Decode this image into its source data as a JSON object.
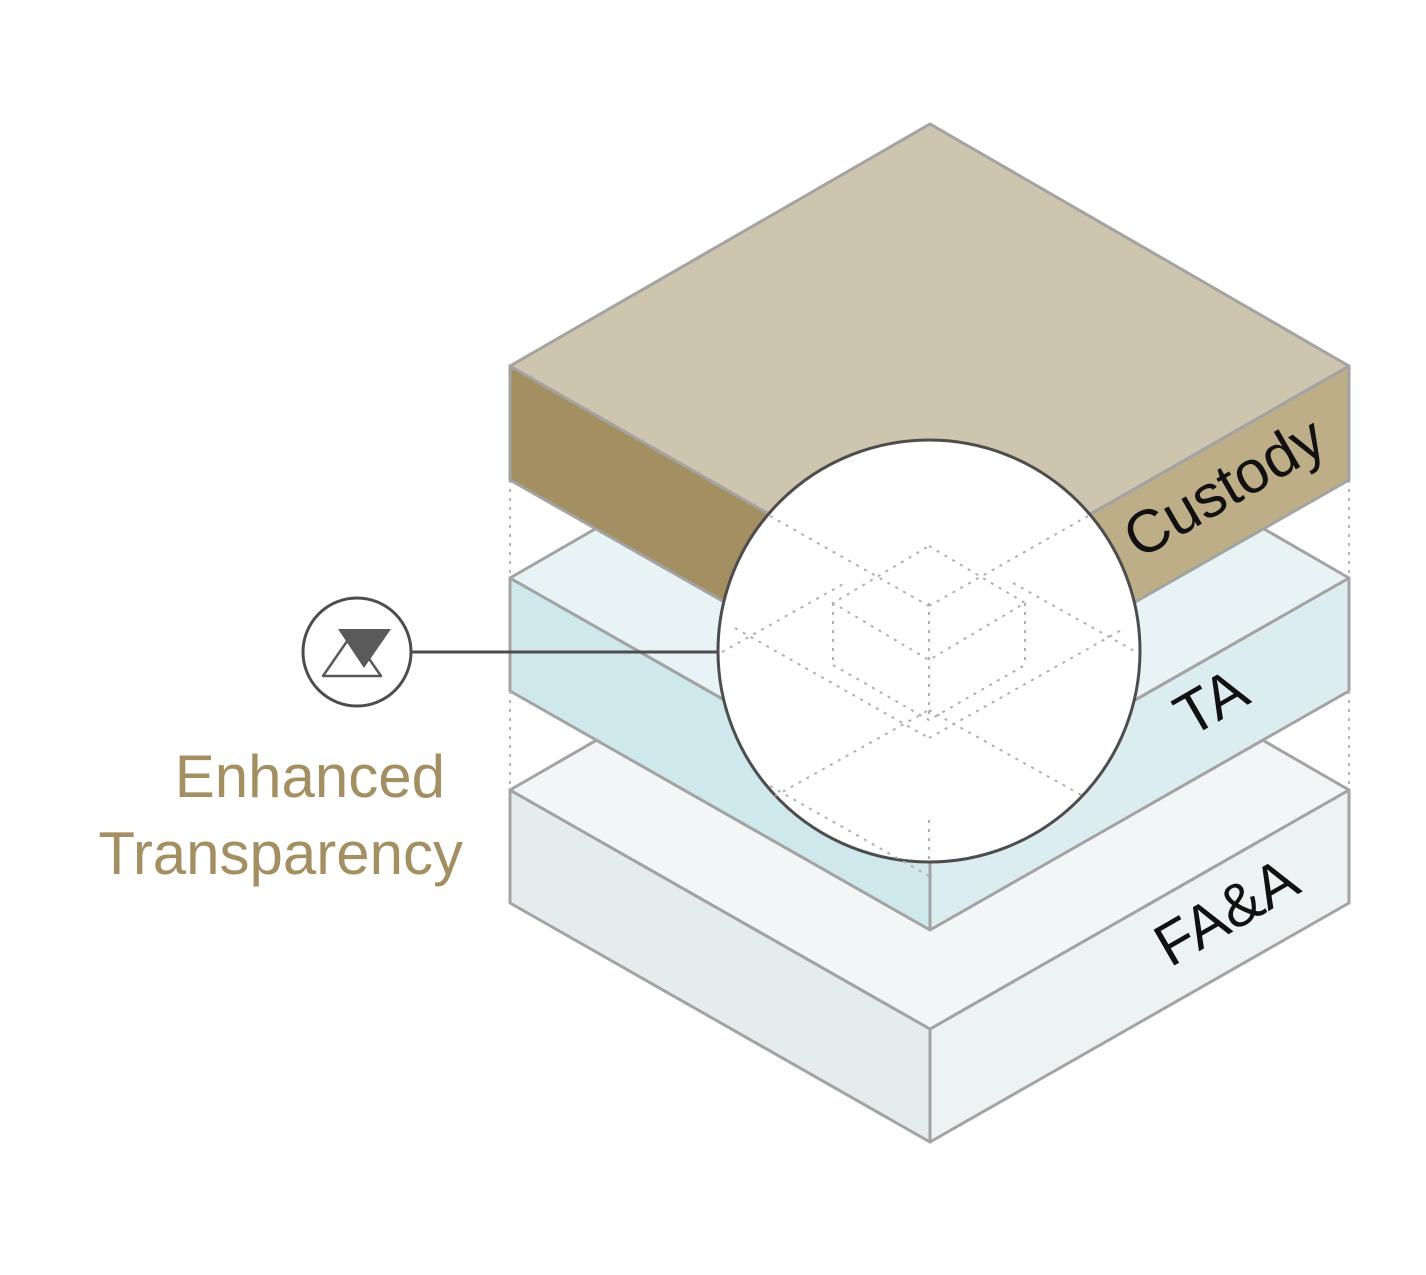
{
  "layers": {
    "top": {
      "label": "Custody"
    },
    "middle": {
      "label": "TA"
    },
    "bottom": {
      "label": "FA&A"
    }
  },
  "callout": {
    "line1": "Enhanced",
    "line2": "Transparency",
    "icon": "delta-triangle-logo-icon"
  },
  "colors": {
    "custody_top": "#cec5ae",
    "custody_left": "#a38f62",
    "custody_right": "#bdae88",
    "ta_top": "#e7f3f5",
    "ta_side": "#cfe8ec",
    "faa_top": "#f2f6f6",
    "faa_left": "#e5ecee",
    "faa_right": "#edf2f2",
    "outline": "#a3a3a3",
    "accent_text": "#a38f62",
    "dark": "#4d4d4d"
  }
}
